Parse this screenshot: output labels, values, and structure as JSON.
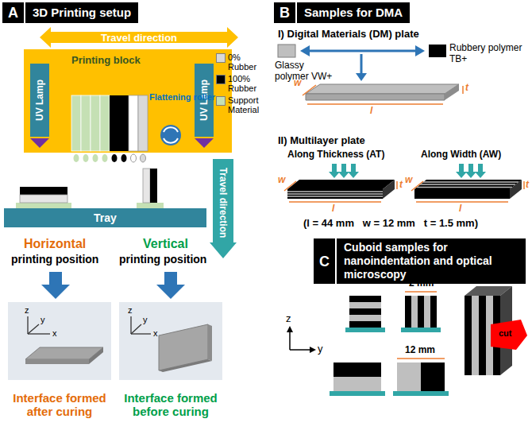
{
  "diagram": {
    "nodes": [
      {
        "text": [
          "A",
          "3D Printing setup"
        ]
      },
      {
        "text": [
          "B",
          "Samples for DMA"
        ]
      },
      {
        "text": [
          "C",
          "Cuboid samples for nanoindentation and optical microscopy"
        ]
      },
      {
        "text": [
          "Travel direction"
        ]
      },
      {
        "text": [
          "Printing block"
        ]
      },
      {
        "text": [
          "UV Lamp"
        ],
        "in": 4
      },
      {
        "text": [
          "UV Lamp"
        ],
        "in": 4
      },
      {
        "text": [
          "Tray"
        ]
      },
      {
        "text": [
          "Travel direction"
        ]
      }
    ],
    "labels": [
      "Flattening roller",
      "Horizontal",
      "printing position",
      "Vertical",
      "printing position",
      "Interface formed after curing",
      "Interface formed before curing",
      "z",
      "x",
      "y",
      "z",
      "y",
      "x",
      "I) Digital Materials (DM) plate",
      "Glassy polymer VW+",
      "Rubbery polymer TB+",
      "w",
      "l",
      "t",
      "II) Multilayer plate",
      "Along Thickness (AT)",
      "Along Width (AW)",
      "w",
      "t",
      "l",
      "w",
      "t",
      "l",
      "(l = 44 mm   w = 12 mm   t = 1.5 mm)",
      "2 mm",
      "z",
      "y",
      "12 mm",
      "cut"
    ],
    "legend": [
      {
        "text": "0% Rubber",
        "color": "#d9d9d9"
      },
      {
        "text": "100% Rubber",
        "color": "#000000"
      },
      {
        "text": "Support Material",
        "color": "#c5e0b4"
      }
    ]
  }
}
